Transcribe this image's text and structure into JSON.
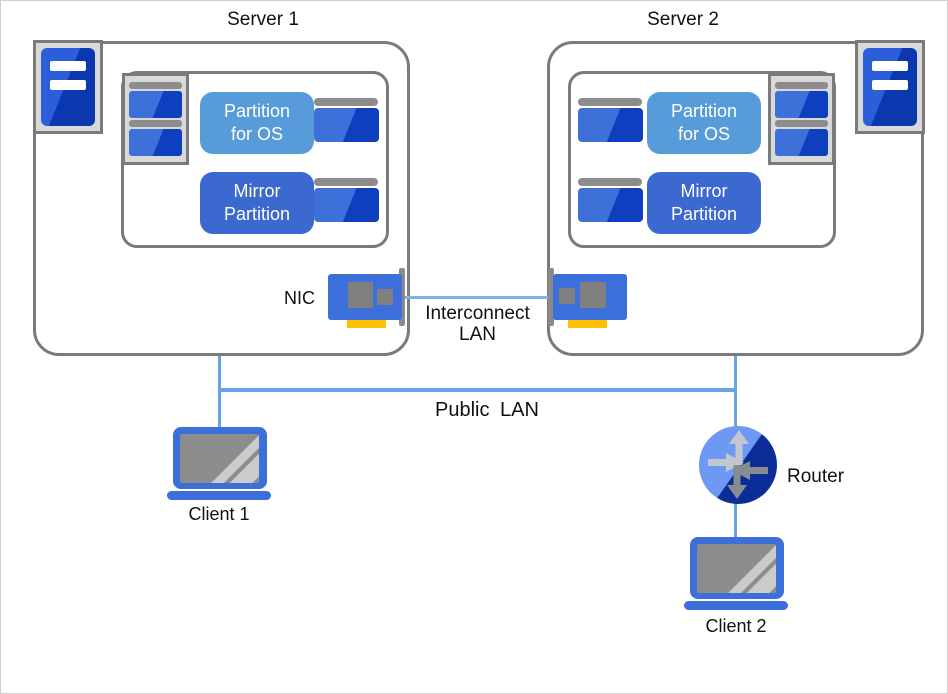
{
  "diagram": {
    "servers": [
      {
        "label": "Server 1",
        "os_partition_label": "Partition\nfor OS",
        "mirror_partition_label": "Mirror\nPartition"
      },
      {
        "label": "Server 2",
        "os_partition_label": "Partition\nfor OS",
        "mirror_partition_label": "Mirror\nPartition"
      }
    ],
    "nic_label": "NIC",
    "interconnect_lan_label": "Interconnect\nLAN",
    "public_lan_label": "Public LAN",
    "router_label": "Router",
    "clients": [
      {
        "label": "Client 1"
      },
      {
        "label": "Client 2"
      }
    ],
    "icons": {
      "server_tower": "tower-server-icon",
      "disk_stack": "disk-stack-icon",
      "hard_disk": "hard-disk-icon",
      "nic": "network-card-icon",
      "router": "router-icon",
      "laptop": "laptop-icon"
    },
    "colors": {
      "os_partition_fill": "#579bd8",
      "mirror_partition_fill": "#3b69cf",
      "disk_blue_light": "#3e70da",
      "disk_blue_dark": "#0d3fbe",
      "box_border_gray": "#7a7a7a",
      "icon_tray_gray": "#d9d9d9",
      "public_lan_line": "#68a4e2",
      "interconnect_line": "#7db1e8",
      "nic_port_orange": "#ffc000",
      "router_light_blue": "#6d99f4",
      "router_dark_blue": "#0a2d96",
      "laptop_blue": "#3c6fd9",
      "screen_gray": "#8c8c8c"
    }
  }
}
